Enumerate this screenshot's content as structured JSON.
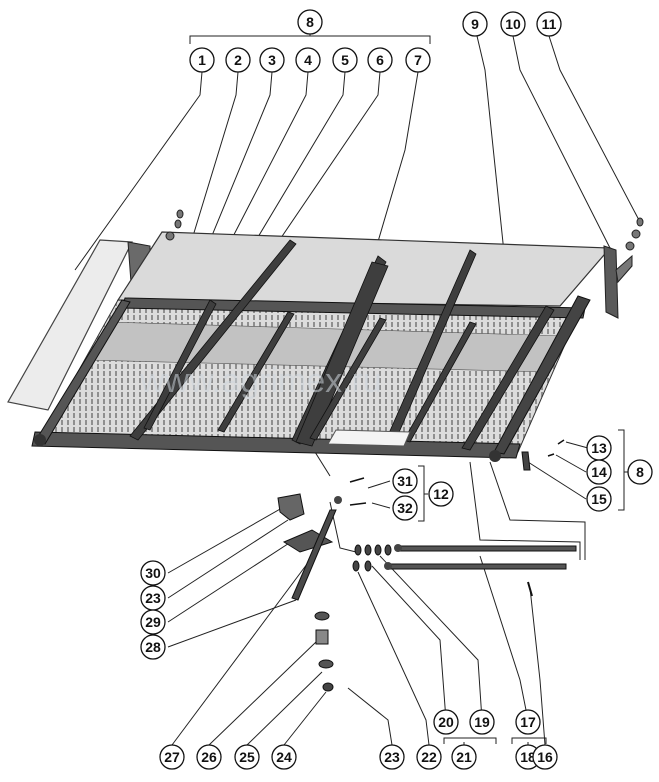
{
  "watermark": "www.agrimex.ru",
  "callouts": [
    {
      "id": "c1",
      "label": "1"
    },
    {
      "id": "c2",
      "label": "2"
    },
    {
      "id": "c3",
      "label": "3"
    },
    {
      "id": "c4",
      "label": "4"
    },
    {
      "id": "c5",
      "label": "5"
    },
    {
      "id": "c6",
      "label": "6"
    },
    {
      "id": "c7",
      "label": "7"
    },
    {
      "id": "c8top",
      "label": "8"
    },
    {
      "id": "c9",
      "label": "9"
    },
    {
      "id": "c10",
      "label": "10"
    },
    {
      "id": "c11",
      "label": "11"
    },
    {
      "id": "c12",
      "label": "12"
    },
    {
      "id": "c13",
      "label": "13"
    },
    {
      "id": "c14",
      "label": "14"
    },
    {
      "id": "c8right",
      "label": "8"
    },
    {
      "id": "c15",
      "label": "15"
    },
    {
      "id": "c31",
      "label": "31"
    },
    {
      "id": "c32",
      "label": "32"
    },
    {
      "id": "c30",
      "label": "30"
    },
    {
      "id": "c23a",
      "label": "23"
    },
    {
      "id": "c29",
      "label": "29"
    },
    {
      "id": "c28",
      "label": "28"
    },
    {
      "id": "c20",
      "label": "20"
    },
    {
      "id": "c19",
      "label": "19"
    },
    {
      "id": "c17",
      "label": "17"
    },
    {
      "id": "c21",
      "label": "21"
    },
    {
      "id": "c18",
      "label": "18"
    },
    {
      "id": "c16",
      "label": "16"
    },
    {
      "id": "c27",
      "label": "27"
    },
    {
      "id": "c26",
      "label": "26"
    },
    {
      "id": "c25",
      "label": "25"
    },
    {
      "id": "c24",
      "label": "24"
    },
    {
      "id": "c23b",
      "label": "23"
    },
    {
      "id": "c22",
      "label": "22"
    }
  ]
}
